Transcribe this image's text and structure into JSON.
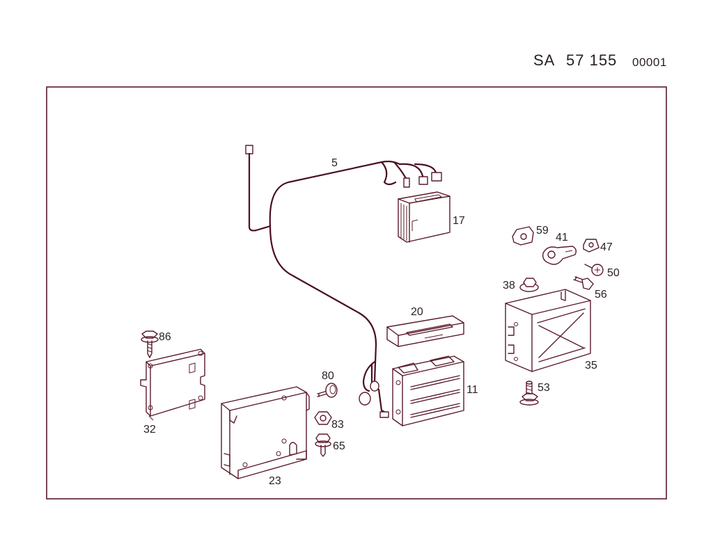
{
  "header": {
    "prefix": "SA",
    "number": "57 155",
    "sheet": "00001"
  },
  "callouts": {
    "c5": "5",
    "c17": "17",
    "c59": "59",
    "c41": "41",
    "c47": "47",
    "c50": "50",
    "c38": "38",
    "c56": "56",
    "c20": "20",
    "c86": "86",
    "c80": "80",
    "c11": "11",
    "c35": "35",
    "c53": "53",
    "c32": "32",
    "c83": "83",
    "c65": "65",
    "c23": "23"
  },
  "colors": {
    "line": "#5a1a2a",
    "frame": "#5a1a2a"
  }
}
